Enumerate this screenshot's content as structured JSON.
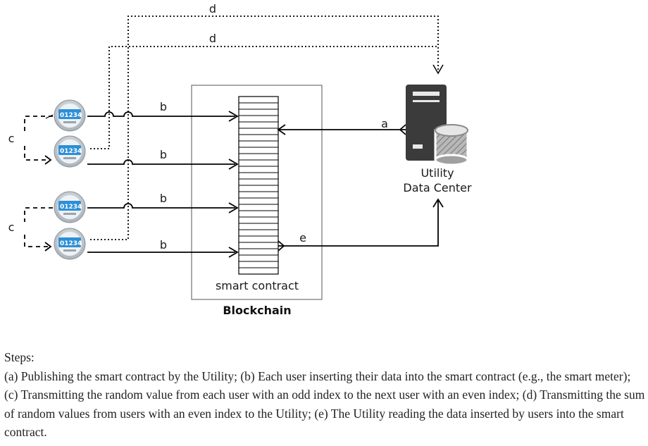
{
  "diagram": {
    "labels": {
      "a": "a",
      "b": "b",
      "c": "c",
      "d": "d",
      "e": "e"
    },
    "meter_reading": "01234",
    "smart_contract_label": "smart contract",
    "blockchain_label": "Blockchain",
    "utility_label_line1": "Utility",
    "utility_label_line2": "Data Center",
    "colors": {
      "meter_screen": "#2d8fd6",
      "meter_ring": "#c9ced3",
      "server": "#3b3b3b",
      "database": "#9a9a9a"
    },
    "icons": [
      "smart-meter-icon",
      "server-icon",
      "database-icon"
    ]
  },
  "caption": {
    "heading": "Steps:",
    "body": "(a) Publishing the smart contract by the Utility; (b) Each user inserting their data into the smart contract (e.g., the smart meter); (c) Transmitting the random value from each user with an odd index to the next user with an even index; (d) Transmitting the sum of random values from users with an even index to the Utility; (e) The Utility reading the data inserted by users into the smart contract."
  }
}
